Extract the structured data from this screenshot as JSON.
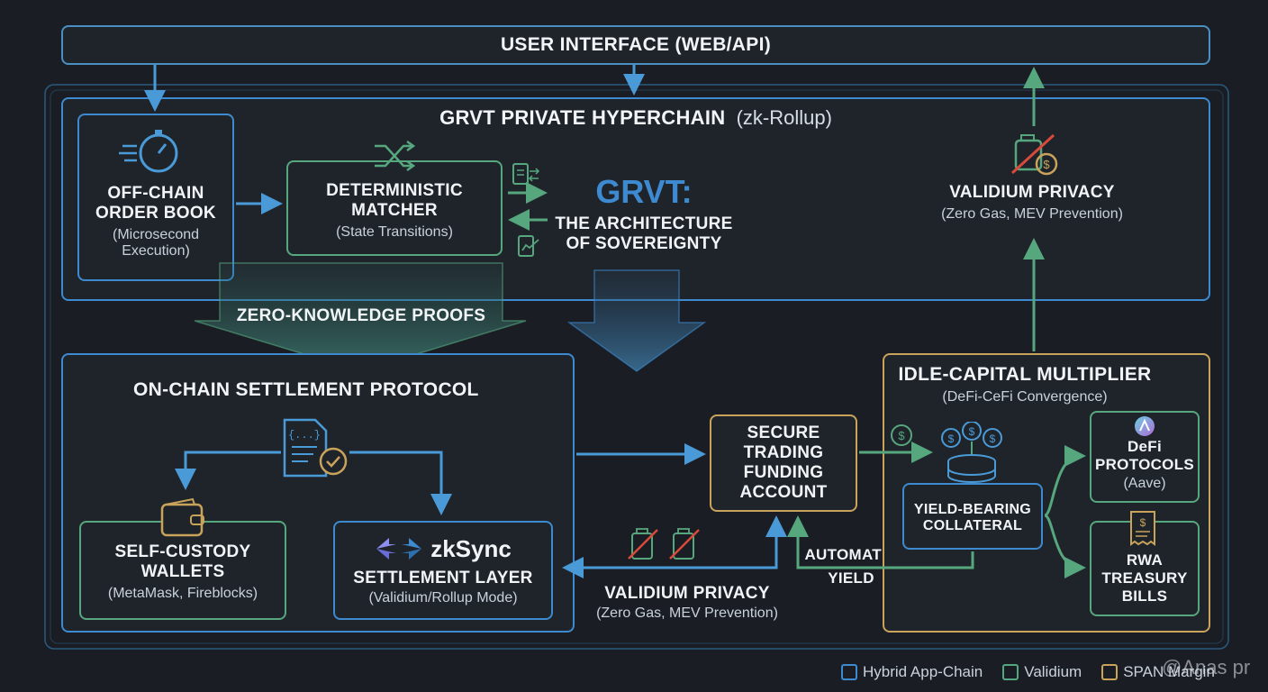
{
  "header": {
    "title": "USER INTERFACE (WEB/API)"
  },
  "hyperchain": {
    "title": "GRVT PRIVATE HYPERCHAIN",
    "subtitle": "(zk-Rollup)"
  },
  "order_book": {
    "title_1": "OFF-CHAIN",
    "title_2": "ORDER BOOK",
    "sub_1": "(Microsecond",
    "sub_2": "Execution)"
  },
  "matcher": {
    "title_1": "DETERMINISTIC",
    "title_2": "MATCHER",
    "sub": "(State Transitions)"
  },
  "center": {
    "brand": "GRVT:",
    "line_1": "THE ARCHITECTURE",
    "line_2": "OF SOVEREIGNTY"
  },
  "validium_top": {
    "title": "VALIDIUM PRIVACY",
    "sub": "(Zero Gas, MEV Prevention)"
  },
  "zk_proofs": {
    "label": "ZERO-KNOWLEDGE PROOFS"
  },
  "settlement": {
    "title": "ON-CHAIN SETTLEMENT PROTOCOL"
  },
  "wallets": {
    "title_1": "SELF-CUSTODY",
    "title_2": "WALLETS",
    "sub": "(MetaMask, Fireblocks)"
  },
  "zksync": {
    "logo_text": "zkSync",
    "title": "SETTLEMENT LAYER",
    "sub": "(Validium/Rollup Mode)"
  },
  "funding": {
    "line_1": "SECURE",
    "line_2": "TRADING",
    "line_3": "FUNDING",
    "line_4": "ACCOUNT"
  },
  "validium_bottom": {
    "title": "VALIDIUM PRIVACY",
    "sub": "(Zero Gas, MEV Prevention)"
  },
  "auto_yield": {
    "line_1": "AUTOMATIC",
    "line_2": "YIELD"
  },
  "idle_capital": {
    "title": "IDLE-CAPITAL MULTIPLIER",
    "sub": "(DeFi-CeFi Convergence)"
  },
  "yield_collateral": {
    "line_1": "YIELD-BEARING",
    "line_2": "COLLATERAL"
  },
  "defi": {
    "line_1": "DeFi",
    "line_2": "PROTOCOLS",
    "line_3": "(Aave)"
  },
  "rwa": {
    "line_1": "RWA",
    "line_2": "TREASURY",
    "line_3": "BILLS"
  },
  "legend": [
    {
      "label": "Hybrid App-Chain",
      "color": "#3d8ad0"
    },
    {
      "label": "Validium",
      "color": "#57a77e"
    },
    {
      "label": "SPAN Margin",
      "color": "#c9a35a"
    }
  ],
  "watermark": "@Anas pr",
  "colors": {
    "blue": "#3d8ad0",
    "green": "#57a77e",
    "gold": "#c9a35a",
    "brand": "#3d8ad0"
  }
}
